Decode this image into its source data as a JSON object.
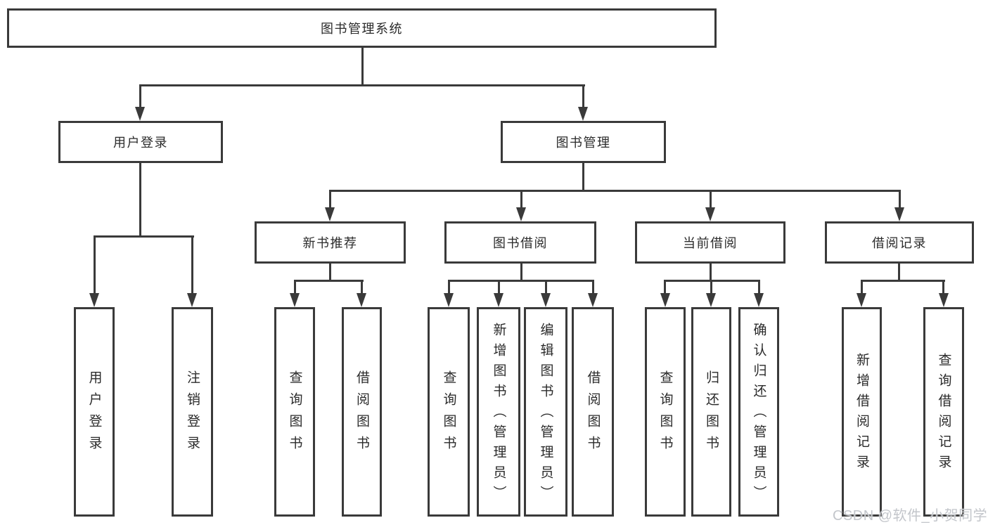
{
  "diagram_title": "图书管理系统",
  "tree": {
    "root": "图书管理系统",
    "user_login": {
      "label": "用户登录",
      "children": [
        "用户登录",
        "注销登录"
      ]
    },
    "book_management": {
      "label": "图书管理",
      "sections": [
        {
          "label": "新书推荐",
          "children": [
            "查询图书",
            "借阅图书"
          ]
        },
        {
          "label": "图书借阅",
          "children": [
            "查询图书",
            "新增图书（管理员）",
            "编辑图书（管理员）",
            "借阅图书"
          ]
        },
        {
          "label": "当前借阅",
          "children": [
            "查询图书",
            "归还图书",
            "确认归还（管理员）"
          ]
        },
        {
          "label": "借阅记录",
          "children": [
            "新增借阅记录",
            "查询借阅记录"
          ]
        }
      ]
    }
  },
  "watermark": "CSDN @软件_小贺同学",
  "colors": {
    "line": "#3a3a3a",
    "text": "#2b2b2b",
    "watermark": "#c3c6cb",
    "background": "#ffffff"
  }
}
